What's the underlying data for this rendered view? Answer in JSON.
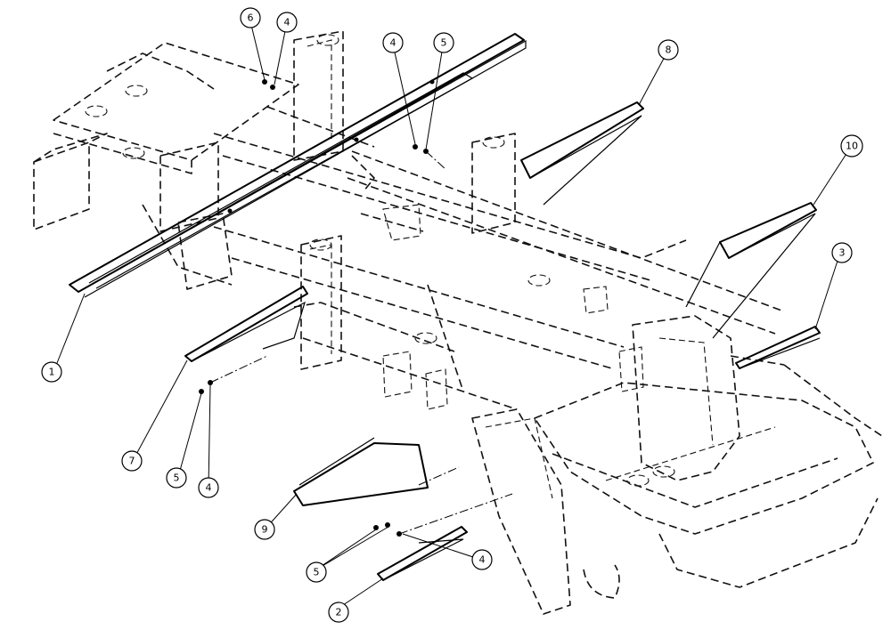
{
  "callouts": [
    {
      "id": "c1",
      "label": "1"
    },
    {
      "id": "c2",
      "label": "2"
    },
    {
      "id": "c3",
      "label": "3"
    },
    {
      "id": "c4a",
      "label": "4"
    },
    {
      "id": "c4b",
      "label": "4"
    },
    {
      "id": "c4c",
      "label": "4"
    },
    {
      "id": "c4d",
      "label": "4"
    },
    {
      "id": "c5a",
      "label": "5"
    },
    {
      "id": "c5b",
      "label": "5"
    },
    {
      "id": "c5c",
      "label": "5"
    },
    {
      "id": "c6",
      "label": "6"
    },
    {
      "id": "c7",
      "label": "7"
    },
    {
      "id": "c8",
      "label": "8"
    },
    {
      "id": "c9",
      "label": "9"
    },
    {
      "id": "c10",
      "label": "10"
    }
  ]
}
